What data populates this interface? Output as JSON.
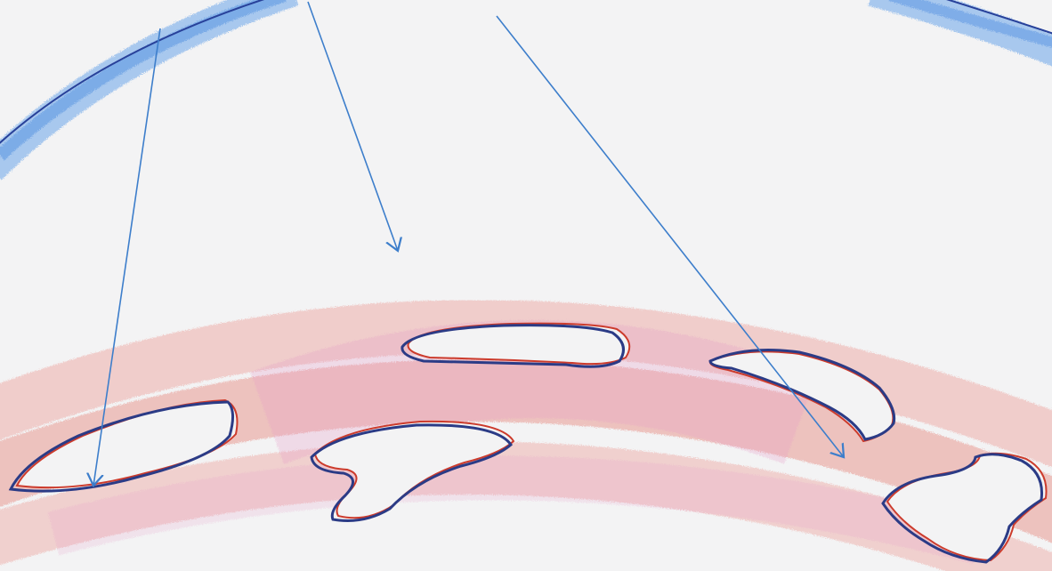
{
  "diagram": {
    "colors": {
      "paper": "#f3f3f4",
      "blue_band": "#4f8fe0",
      "blue_line": "#28419a",
      "red_band": "#e8928a",
      "pink_tint": "#e59bc7",
      "outline_blue": "#2b3b86",
      "outline_red": "#cc3b2c",
      "arrow": "#3d7ecb"
    },
    "shapes": [
      "blue-arc",
      "red-band",
      "outlined-region-1",
      "outlined-region-2",
      "outlined-region-3",
      "outlined-region-4",
      "outlined-region-5"
    ],
    "arrows": 3
  }
}
